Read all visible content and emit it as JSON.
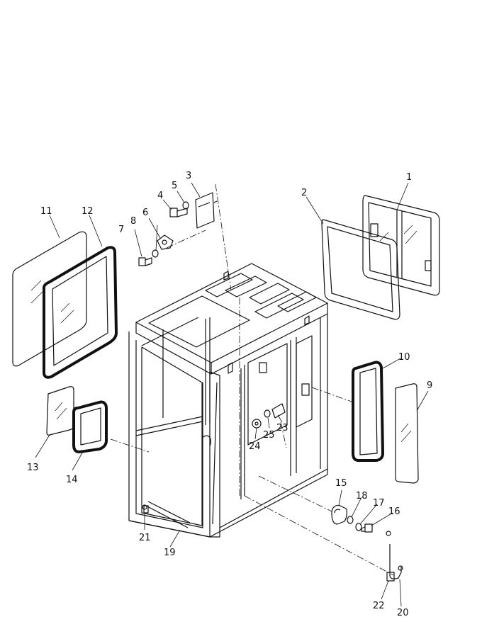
{
  "figure": {
    "type": "exploded-parts-diagram",
    "callouts": [
      {
        "id": "1",
        "label": "1"
      },
      {
        "id": "2",
        "label": "2"
      },
      {
        "id": "3",
        "label": "3"
      },
      {
        "id": "4",
        "label": "4"
      },
      {
        "id": "5",
        "label": "5"
      },
      {
        "id": "6",
        "label": "6"
      },
      {
        "id": "7",
        "label": "7"
      },
      {
        "id": "8",
        "label": "8"
      },
      {
        "id": "9",
        "label": "9"
      },
      {
        "id": "10",
        "label": "10"
      },
      {
        "id": "11",
        "label": "11"
      },
      {
        "id": "12",
        "label": "12"
      },
      {
        "id": "13",
        "label": "13"
      },
      {
        "id": "14",
        "label": "14"
      },
      {
        "id": "15",
        "label": "15"
      },
      {
        "id": "16",
        "label": "16"
      },
      {
        "id": "17",
        "label": "17"
      },
      {
        "id": "18",
        "label": "18"
      },
      {
        "id": "19",
        "label": "19"
      },
      {
        "id": "20",
        "label": "20"
      },
      {
        "id": "21",
        "label": "21"
      },
      {
        "id": "22",
        "label": "22"
      },
      {
        "id": "23",
        "label": "23"
      },
      {
        "id": "24",
        "label": "24"
      },
      {
        "id": "25",
        "label": "25"
      }
    ]
  }
}
